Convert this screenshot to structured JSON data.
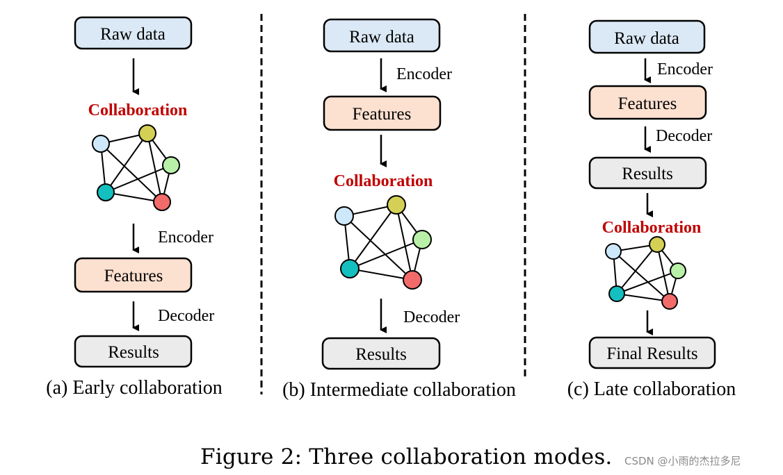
{
  "panels": [
    {
      "caption": "(a) Early collaboration",
      "boxes": {
        "raw": "Raw data",
        "features": "Features",
        "results": "Results"
      },
      "labels": {
        "collaboration": "Collaboration",
        "encoder": "Encoder",
        "decoder": "Decoder"
      }
    },
    {
      "caption": "(b) Intermediate collaboration",
      "boxes": {
        "raw": "Raw data",
        "features": "Features",
        "results": "Results"
      },
      "labels": {
        "collaboration": "Collaboration",
        "encoder": "Encoder",
        "decoder": "Decoder"
      }
    },
    {
      "caption": "(c) Late collaboration",
      "boxes": {
        "raw": "Raw data",
        "features": "Features",
        "results": "Results",
        "final": "Final Results"
      },
      "labels": {
        "collaboration": "Collaboration",
        "encoder": "Encoder",
        "decoder": "Decoder"
      }
    }
  ],
  "figure_caption": "Figure 2: Three collaboration modes.",
  "watermark": "CSDN @小雨的杰拉多尼",
  "colors": {
    "raw_fill": "#dbe9f6",
    "features_fill": "#fce0d0",
    "results_fill": "#ebebeb",
    "collab_text": "#c00000",
    "node_blue": "#cde8fa",
    "node_olive": "#d3d055",
    "node_green": "#b9f0a8",
    "node_teal": "#14bfbf",
    "node_red": "#f26b6b"
  }
}
